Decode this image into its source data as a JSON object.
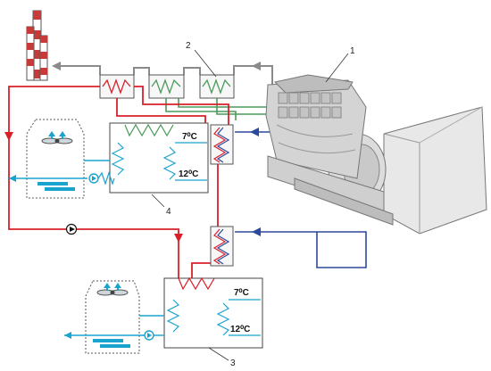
{
  "callouts": {
    "engine": "1",
    "exhaust_exchangers": "2",
    "absorption_chiller_lower": "3",
    "absorption_chiller_upper": "4"
  },
  "temperatures": {
    "upper_supply": "7⁰C",
    "upper_return": "12⁰C",
    "lower_supply": "7⁰C",
    "lower_return": "12⁰C"
  },
  "colors": {
    "hot_water": "#d9202a",
    "chilled_water": "#1aa3cf",
    "engine_coolant": "#2b4a9b",
    "exhaust_gas": "#8a8a8a",
    "cooling_loop": "#4a9a5a",
    "stack_red": "#c63a3a"
  },
  "icons": [
    "chimney-icon",
    "fan-icon",
    "pump-icon",
    "heat-exchanger-icon",
    "engine-icon"
  ]
}
